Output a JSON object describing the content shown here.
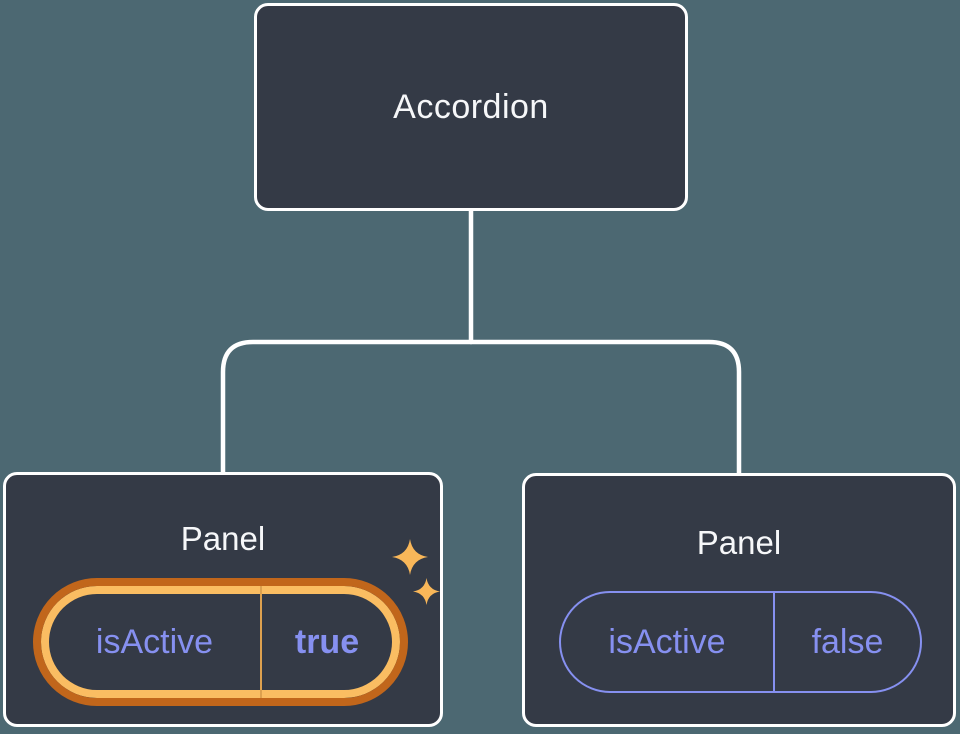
{
  "diagram": {
    "type": "component-tree",
    "tree": {
      "root": {
        "label": "Accordion"
      },
      "children": [
        {
          "label": "Panel",
          "prop_name": "isActive",
          "prop_value": "true",
          "highlighted": true,
          "decoration": "sparkles-icon"
        },
        {
          "label": "Panel",
          "prop_name": "isActive",
          "prop_value": "false",
          "highlighted": false,
          "decoration": null
        }
      ]
    },
    "colors": {
      "background": "#4c6872",
      "node_background": "#343a46",
      "node_border": "#ffffff",
      "connector": "#ffffff",
      "label_text": "#f6f7f9",
      "prop_text": "#8690f0",
      "highlight_ring_outer": "#c1661b",
      "highlight_ring_inner": "#fabd62",
      "highlight_divider": "#dda14f",
      "sparkle": "#f9b759"
    }
  }
}
